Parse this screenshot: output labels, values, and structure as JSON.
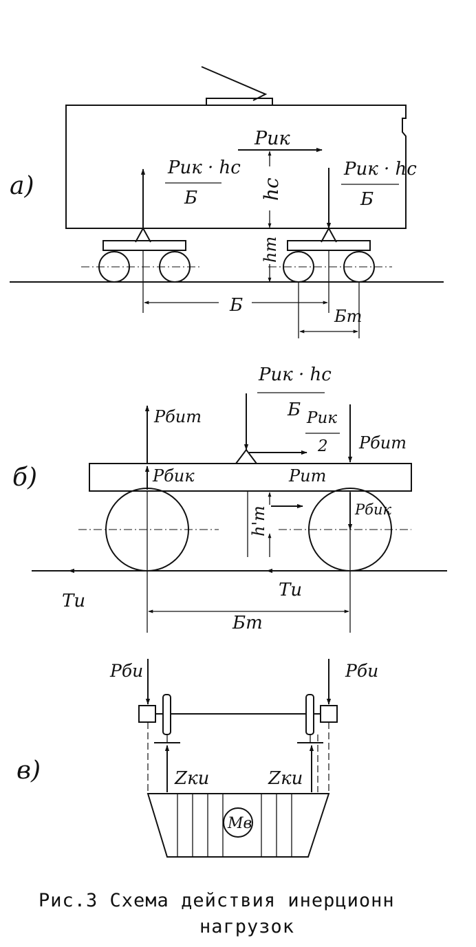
{
  "panels": {
    "a": {
      "tag": "а)",
      "p_ik": "Pик",
      "frac_left": {
        "num": "Pик · hc",
        "den": "Б"
      },
      "frac_right": {
        "num": "Pик · hc",
        "den": "Б"
      },
      "h_c": "hc",
      "h_t": "hт",
      "base": "Б",
      "bogie_base": "Бт"
    },
    "b": {
      "tag": "б)",
      "frac_top": {
        "num": "Pик · hc",
        "den": "Б"
      },
      "half": {
        "num": "Pик",
        "den": "2"
      },
      "p_bit_left": "Pбит",
      "p_bit_right": "Pбит",
      "p_bik_left": "Pбик",
      "p_bik_right": "Pбик",
      "p_it": "Pит",
      "h_t_prime": "h'т",
      "t_left": "Tи",
      "t_right": "Tи",
      "bogie_base": "Бт"
    },
    "v": {
      "tag": "в)",
      "p_bi_left": "Pби",
      "p_bi_right": "Pби",
      "z_left": "Zки",
      "z_right": "Zки",
      "m_v": "Mв"
    }
  },
  "caption": {
    "line1": "Рис.3  Схема действия инерционн",
    "line2": "нагрузок"
  }
}
